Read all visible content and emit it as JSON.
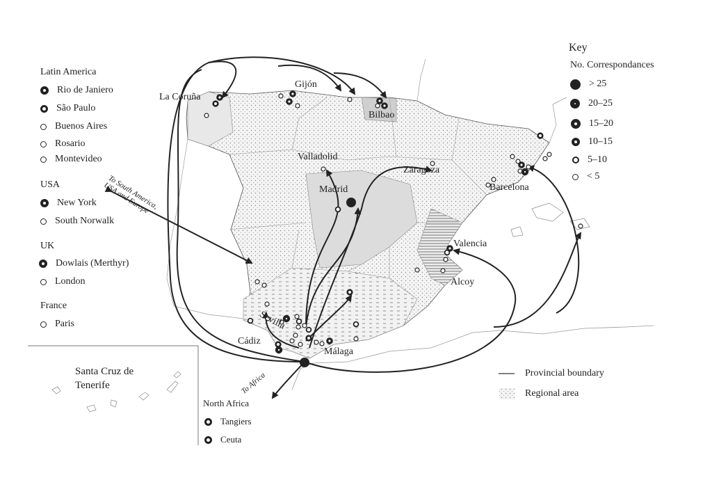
{
  "key": {
    "title": "Key",
    "subtitle": "No. Correspondances",
    "classes": [
      "> 25",
      "20–25",
      "15–20",
      "10–15",
      "5–10",
      "< 5"
    ],
    "boundary_label": "Provincial boundary",
    "region_label": "Regional area"
  },
  "destinations": {
    "latin_america": {
      "title": "Latin America",
      "items": [
        "Rio de Janiero",
        "São Paulo",
        "Buenos Aires",
        "Rosario",
        "Montevideo"
      ]
    },
    "usa": {
      "title": "USA",
      "items": [
        "New York",
        "South Norwalk"
      ]
    },
    "uk": {
      "title": "UK",
      "items": [
        "Dowlais (Merthyr)",
        "London"
      ]
    },
    "france": {
      "title": "France",
      "items": [
        "Paris"
      ]
    },
    "north_africa": {
      "title": "North Africa",
      "items": [
        "Tangiers",
        "Ceuta"
      ]
    }
  },
  "inset": {
    "title_line1": "Santa Cruz de",
    "title_line2": "Tenerife"
  },
  "cities": {
    "la_coruna": "La Coruña",
    "gijon": "Gijón",
    "bilbao": "Bilbao",
    "valladolid": "Valladolid",
    "zaragoza": "Zaragoza",
    "barcelona": "Barcelona",
    "madrid": "Madrid",
    "valencia": "Valencia",
    "alcoy": "Alcoy",
    "sevilla": "Sevilla",
    "cadiz": "Cádiz",
    "malaga": "Málaga"
  },
  "annotations": {
    "south_america_line1": "To South America,",
    "south_america_line2": "USA and Europe",
    "africa": "To Africa"
  },
  "colors": {
    "ink": "#222222",
    "region_fill": "#d9d9d9"
  }
}
